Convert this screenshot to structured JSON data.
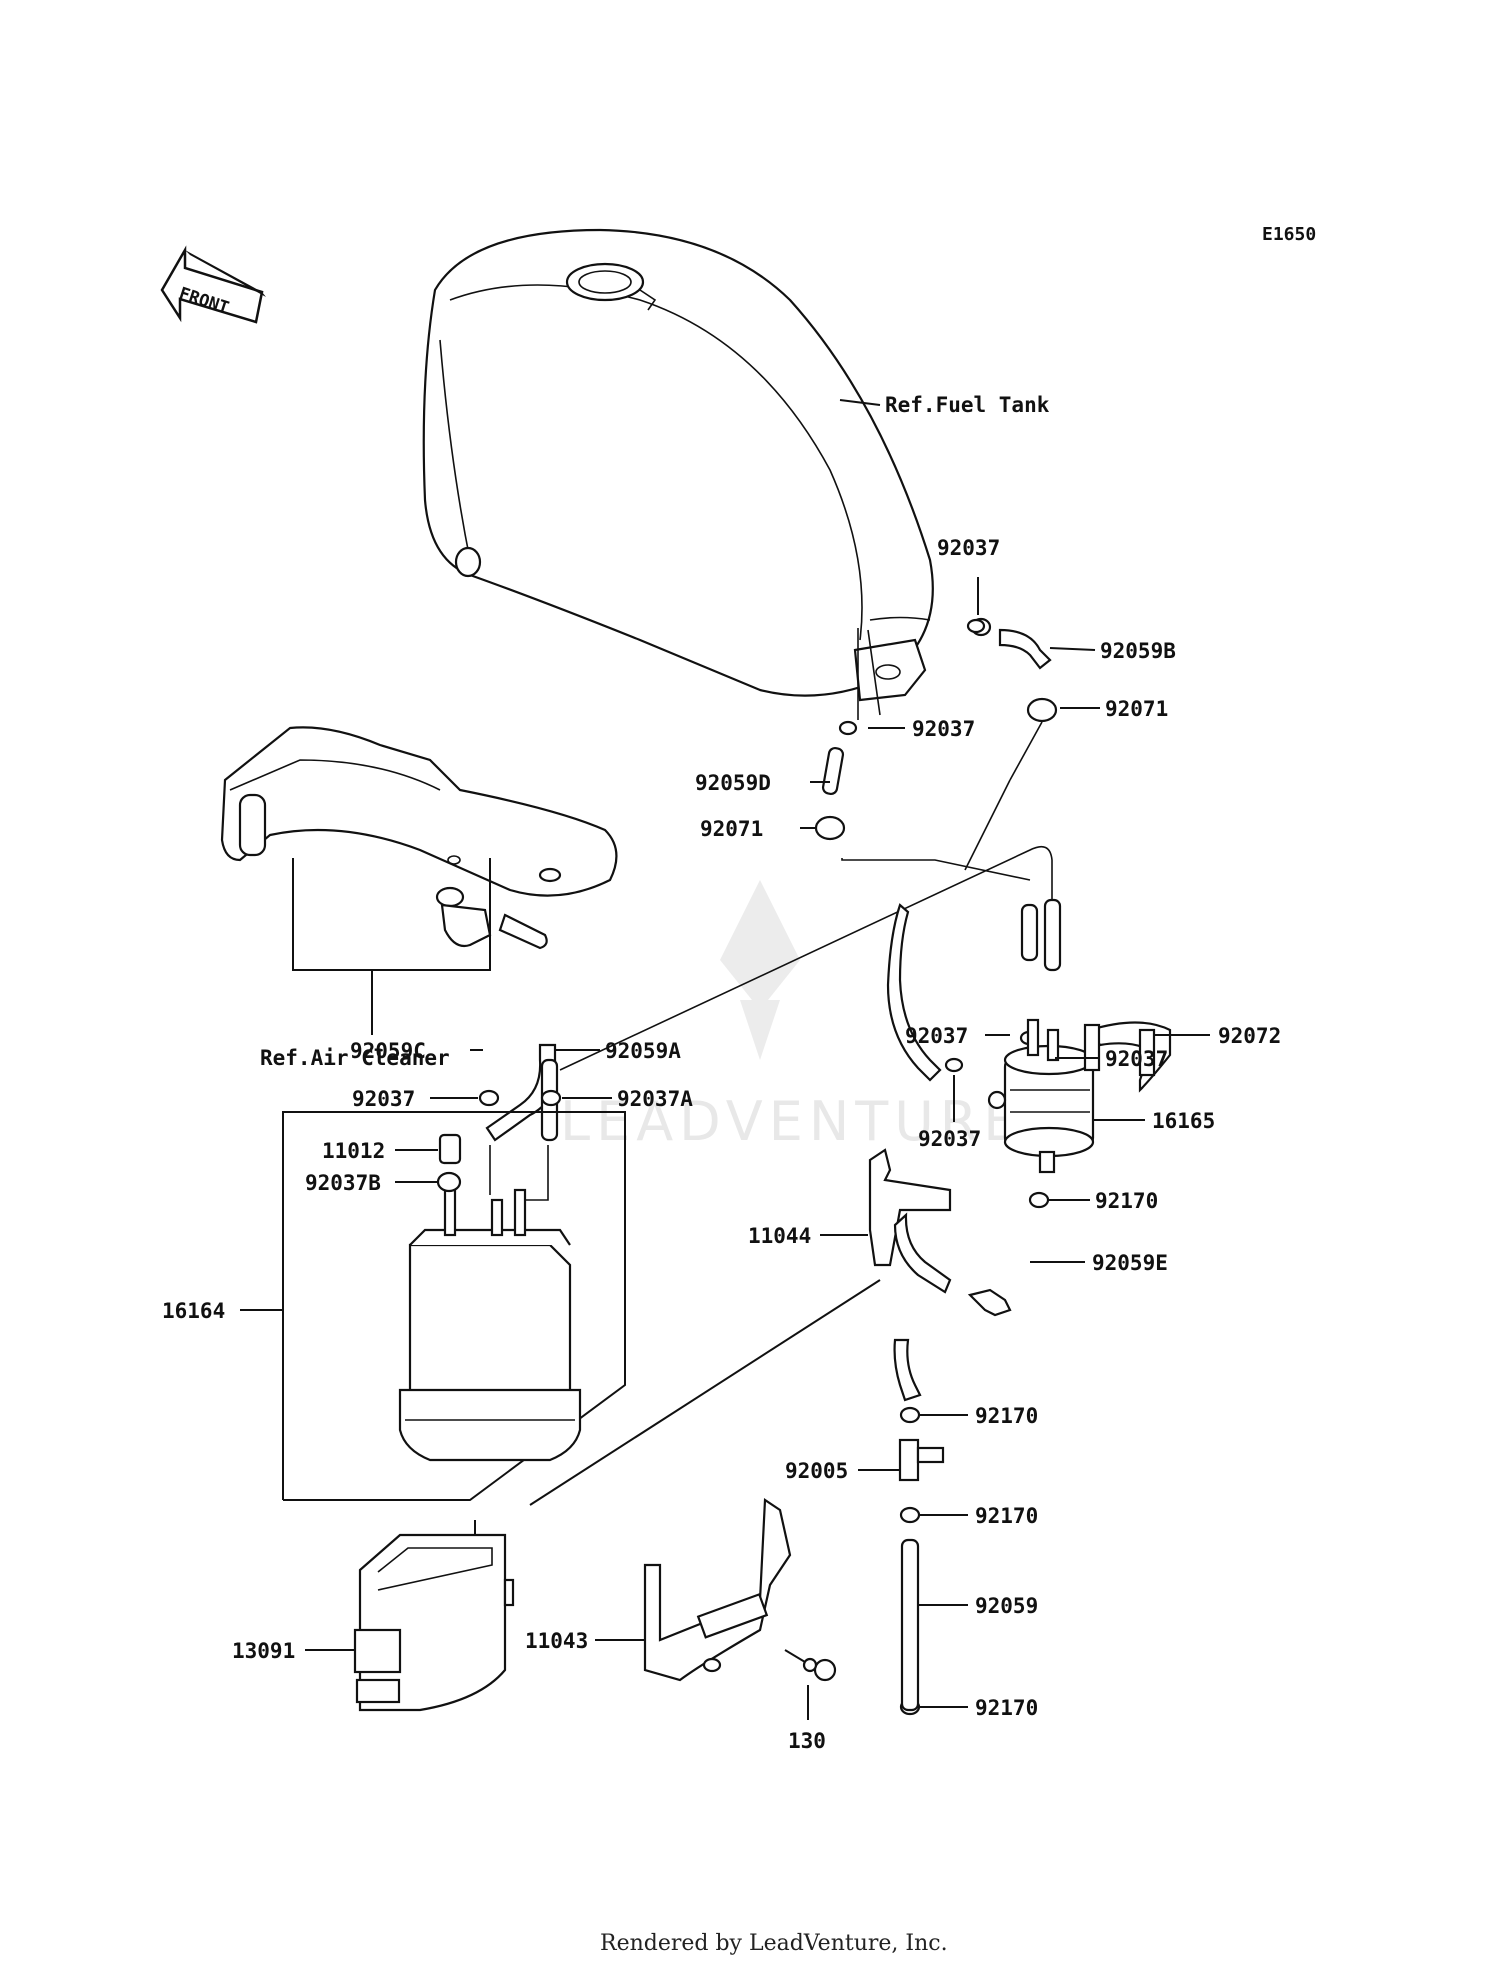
{
  "diagram_code": "E1650",
  "front_marker": "FRONT",
  "reference_labels": {
    "fuel_tank": "Ref.Fuel Tank",
    "air_cleaner": "Ref.Air Cleaner"
  },
  "parts": {
    "p92037_top": "92037",
    "p92059B": "92059B",
    "p92071_right": "92071",
    "p92037_mid": "92037",
    "p92059D": "92059D",
    "p92071_left": "92071",
    "p92037_filter_left": "92037",
    "p92037_filter_right": "92037",
    "p92072": "92072",
    "p92059C": "92059C",
    "p92059A": "92059A",
    "p92037_canister": "92037",
    "p92037A": "92037A",
    "p92037_filter_bottom": "92037",
    "p16165": "16165",
    "p11012": "11012",
    "p92037B": "92037B",
    "p92170_1": "92170",
    "p11044": "11044",
    "p92059E": "92059E",
    "p16164": "16164",
    "p92170_2": "92170",
    "p92005": "92005",
    "p92170_3": "92170",
    "p92059": "92059",
    "p13091": "13091",
    "p11043": "11043",
    "p92170_4": "92170",
    "p130": "130"
  },
  "watermark": "LEADVENTURE",
  "footer": "Rendered by LeadVenture, Inc."
}
